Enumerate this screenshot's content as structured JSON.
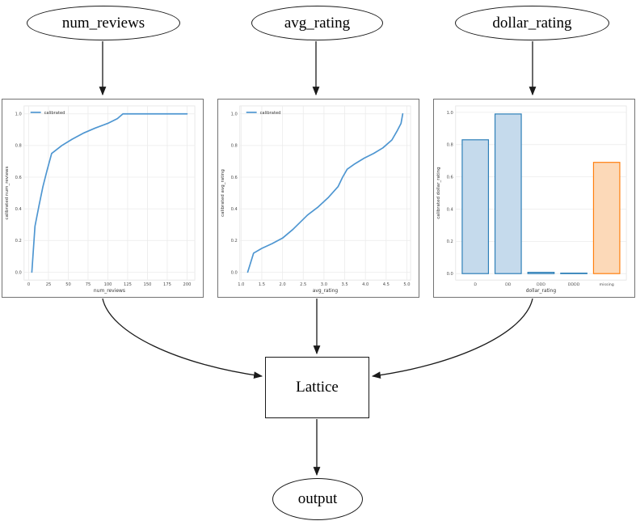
{
  "nodes": {
    "num_reviews": {
      "label": "num_reviews"
    },
    "avg_rating": {
      "label": "avg_rating"
    },
    "dollar_rating": {
      "label": "dollar_rating"
    },
    "lattice": {
      "label": "Lattice"
    },
    "output": {
      "label": "output"
    }
  },
  "colors": {
    "line_blue": "#4e96d1",
    "bar_blue_fill": "#c5daec",
    "bar_blue_edge": "#2d7fb8",
    "bar_orange_fill": "#fcd9b8",
    "bar_orange_edge": "#ff7f0e",
    "grid": "#ebebeb",
    "plot_border": "#e2e2e2",
    "tick": "#4d4d4d",
    "label": "#333333",
    "edge_black": "#1a1a1a"
  },
  "chart_data": [
    {
      "type": "line",
      "name": "calibrator-num-reviews",
      "xlabel": "num_reviews",
      "ylabel": "calibrated num_reviews",
      "legend": "calibrated",
      "legend_position": "upper left",
      "grid": true,
      "xlim": [
        -5.8,
        209.8
      ],
      "ylim": [
        -0.05,
        1.05
      ],
      "xticks": [
        0,
        25,
        50,
        75,
        100,
        125,
        150,
        175,
        200
      ],
      "xtick_labels": [
        "0",
        "25",
        "50",
        "75",
        "100",
        "125",
        "150",
        "175",
        "200"
      ],
      "yticks": [
        0,
        0.2,
        0.4,
        0.6,
        0.8,
        1
      ],
      "ytick_labels": [
        "0.0",
        "0.2",
        "0.4",
        "0.6",
        "0.8",
        "1.0"
      ],
      "x": [
        4,
        8,
        13,
        18,
        23,
        29,
        42,
        55,
        70,
        84,
        100,
        112,
        119,
        200
      ],
      "y": [
        0.0,
        0.29,
        0.42,
        0.54,
        0.64,
        0.75,
        0.8,
        0.84,
        0.88,
        0.91,
        0.94,
        0.97,
        1.0,
        1.0
      ]
    },
    {
      "type": "line",
      "name": "calibrator-avg-rating",
      "xlabel": "avg_rating",
      "ylabel": "calibrated avg_rating",
      "legend": "calibrated",
      "legend_position": "upper left",
      "grid": true,
      "xlim": [
        0.97,
        5.09
      ],
      "ylim": [
        -0.05,
        1.05
      ],
      "xticks": [
        1.0,
        1.5,
        2.0,
        2.5,
        3.0,
        3.5,
        4.0,
        4.5,
        5.0
      ],
      "xtick_labels": [
        "1.0",
        "1.5",
        "2.0",
        "2.5",
        "3.0",
        "3.5",
        "4.0",
        "4.5",
        "5.0"
      ],
      "yticks": [
        0,
        0.2,
        0.4,
        0.6,
        0.8,
        1
      ],
      "ytick_labels": [
        "0.0",
        "0.2",
        "0.4",
        "0.6",
        "0.8",
        "1.0"
      ],
      "x": [
        1.16,
        1.3,
        1.5,
        1.75,
        2.0,
        2.25,
        2.6,
        2.85,
        3.1,
        3.34,
        3.45,
        3.56,
        3.75,
        3.97,
        4.2,
        4.42,
        4.64,
        4.77,
        4.86,
        4.9
      ],
      "y": [
        0.0,
        0.12,
        0.15,
        0.18,
        0.215,
        0.27,
        0.36,
        0.41,
        0.47,
        0.54,
        0.6,
        0.65,
        0.685,
        0.72,
        0.75,
        0.785,
        0.835,
        0.895,
        0.94,
        1.0
      ]
    },
    {
      "type": "bar",
      "name": "calibrator-dollar-rating",
      "xlabel": "dollar_rating",
      "ylabel": "calibrated dollar_rating",
      "grid": true,
      "ylim": [
        -0.04,
        1.04
      ],
      "yticks": [
        0,
        0.2,
        0.4,
        0.6,
        0.8,
        1
      ],
      "ytick_labels": [
        "0.0",
        "0.2",
        "0.4",
        "0.6",
        "0.8",
        "1.0"
      ],
      "categories": [
        "D",
        "DD",
        "DDD",
        "DDDD",
        "missing"
      ],
      "values": [
        0.83,
        0.99,
        0.008,
        0.003,
        0.69
      ],
      "bar_styles": [
        "blue",
        "blue",
        "blue",
        "blue",
        "orange"
      ]
    }
  ]
}
